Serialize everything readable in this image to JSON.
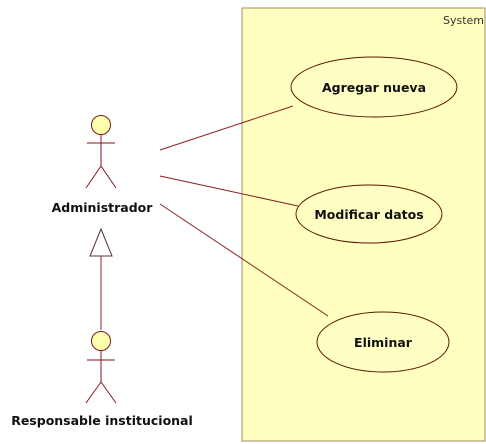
{
  "system": {
    "label": "System"
  },
  "actors": [
    {
      "id": "admin",
      "name": "Administrador"
    },
    {
      "id": "resp",
      "name": "Responsable institucional"
    }
  ],
  "use_cases": [
    {
      "id": "add",
      "label": "Agregar nueva"
    },
    {
      "id": "edit",
      "label": "Modificar datos"
    },
    {
      "id": "delete",
      "label": "Eliminar"
    }
  ],
  "colors": {
    "system_fill": "#ffffc0",
    "system_border": "#a38a6a",
    "usecase_fill": "#ffffc4",
    "usecase_border": "#5a1a00",
    "actor_fill": "#ffffb0",
    "actor_stroke": "#7a1a1a",
    "association": "#8a2020",
    "generalization": "#8a2020"
  }
}
